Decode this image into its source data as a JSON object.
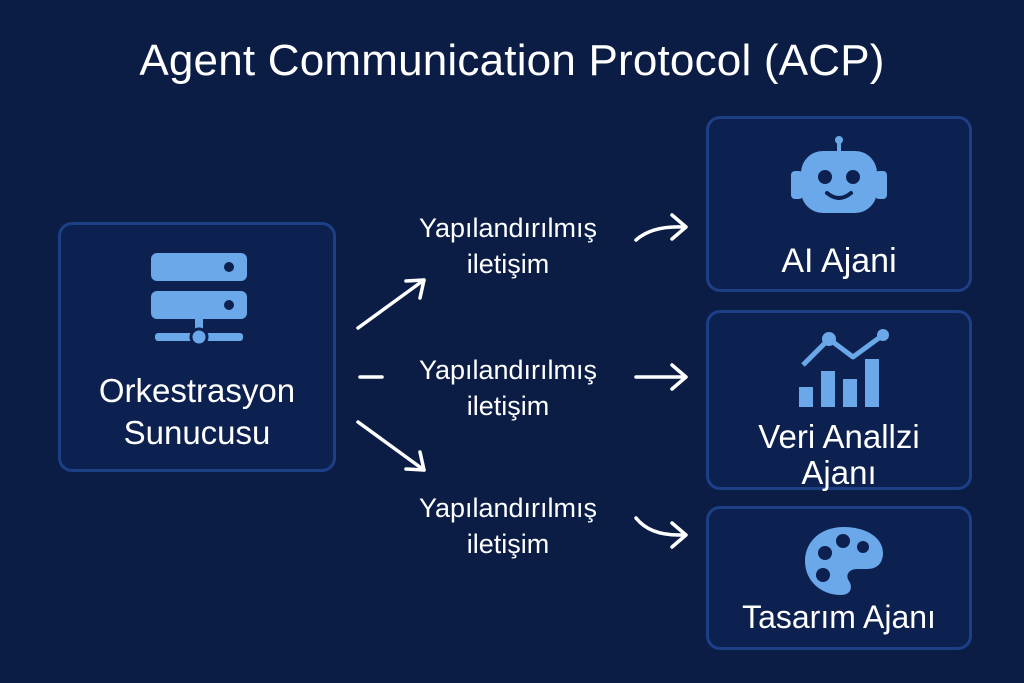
{
  "title": "Agent Communication Protocol (ACP)",
  "colors": {
    "background": "#0b1d45",
    "box_border": "#1c3f86",
    "icon": "#6aa8ea",
    "text": "#ffffff"
  },
  "server": {
    "label_line1": "Orkestrasyon",
    "label_line2": "Sunucusu",
    "icon": "server-icon"
  },
  "edges": [
    {
      "line1": "Yapılandırılmış",
      "line2": "iletişim"
    },
    {
      "line1": "Yapılandırılmış",
      "line2": "iletişim"
    },
    {
      "line1": "Yapılandırılmış",
      "line2": "iletişim"
    }
  ],
  "agents": [
    {
      "label_line1": "AI Ajani",
      "label_line2": "",
      "icon": "robot-icon"
    },
    {
      "label_line1": "Veri Anallzi",
      "label_line2": "Ajanı",
      "icon": "chart-icon"
    },
    {
      "label_line1": "Tasarım Ajanı",
      "label_line2": "",
      "icon": "palette-icon"
    }
  ]
}
